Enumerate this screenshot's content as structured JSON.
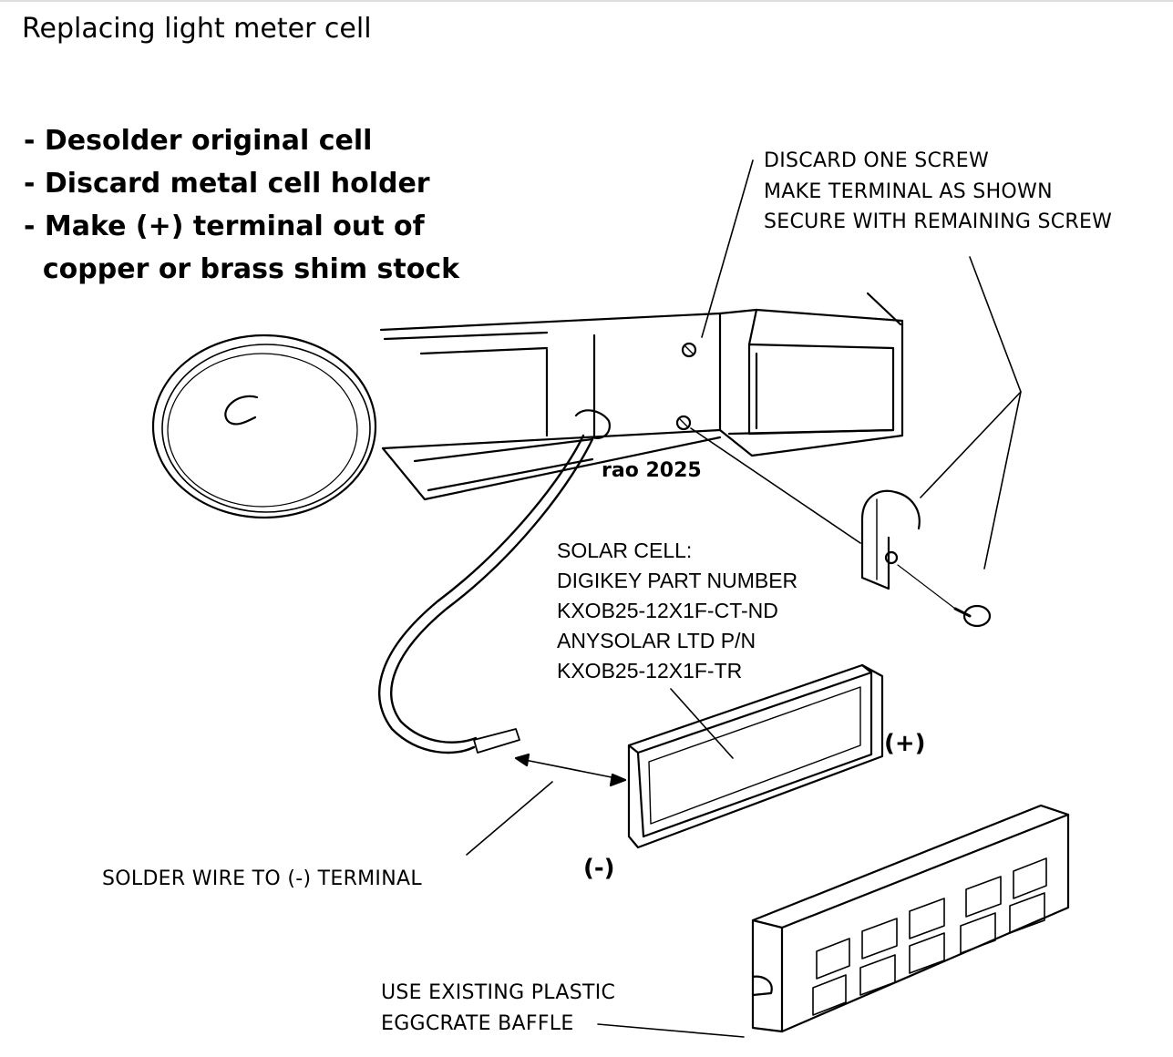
{
  "title": "Replacing light meter cell",
  "steps": [
    "- Desolder original cell",
    "- Discard metal cell holder",
    "- Make (+) terminal out of",
    "  copper or brass shim stock"
  ],
  "callouts": {
    "screw_note": [
      "DISCARD ONE SCREW",
      "MAKE TERMINAL AS SHOWN",
      "SECURE WITH REMAINING SCREW"
    ],
    "solar_cell": [
      "SOLAR CELL:",
      "DIGIKEY PART NUMBER",
      "KXOB25-12X1F-CT-ND",
      "ANYSOLAR LTD P/N",
      "KXOB25-12X1F-TR"
    ],
    "solder_note": "SOLDER WIRE TO (-) TERMINAL",
    "baffle_note": [
      "USE EXISTING PLASTIC",
      "EGGCRATE BAFFLE"
    ]
  },
  "terminals": {
    "positive": "(+)",
    "negative": "(-)"
  },
  "signature": "rao 2025",
  "icons": [
    "meter-dial-icon",
    "meter-housing-icon",
    "screw-icon",
    "terminal-clip-icon",
    "solar-cell-icon",
    "eggcrate-baffle-icon",
    "wire-icon"
  ]
}
